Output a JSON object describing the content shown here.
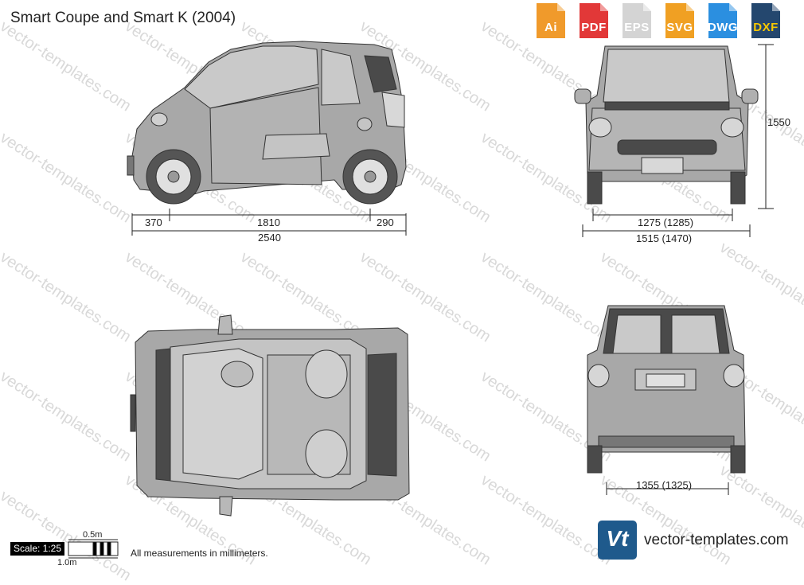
{
  "title": "Smart Coupe and Smart K (2004)",
  "badges": [
    {
      "label": "Ai",
      "color": "#f09a2b"
    },
    {
      "label": "PDF",
      "color": "#e23838"
    },
    {
      "label": "EPS",
      "color": "#d4d4d4"
    },
    {
      "label": "SVG",
      "color": "#f0a023"
    },
    {
      "label": "DWG",
      "color": "#2b8fe0"
    },
    {
      "label": "DXF",
      "color": "#24476e"
    }
  ],
  "watermark": "vector-templates.com",
  "dimensions": {
    "front_overhang": "370",
    "wheelbase": "1810",
    "rear_overhang": "290",
    "length": "2540",
    "height": "1550",
    "front_track": "1275 (1285)",
    "width": "1515 (1470)",
    "rear_track": "1355 (1325)"
  },
  "scale": {
    "label": "Scale: 1:25",
    "half_meter": "0.5m",
    "one_meter": "1.0m",
    "note": "All measurements in millimeters."
  },
  "brand": {
    "logo_text": "Vt",
    "url": "vector-templates.com"
  }
}
